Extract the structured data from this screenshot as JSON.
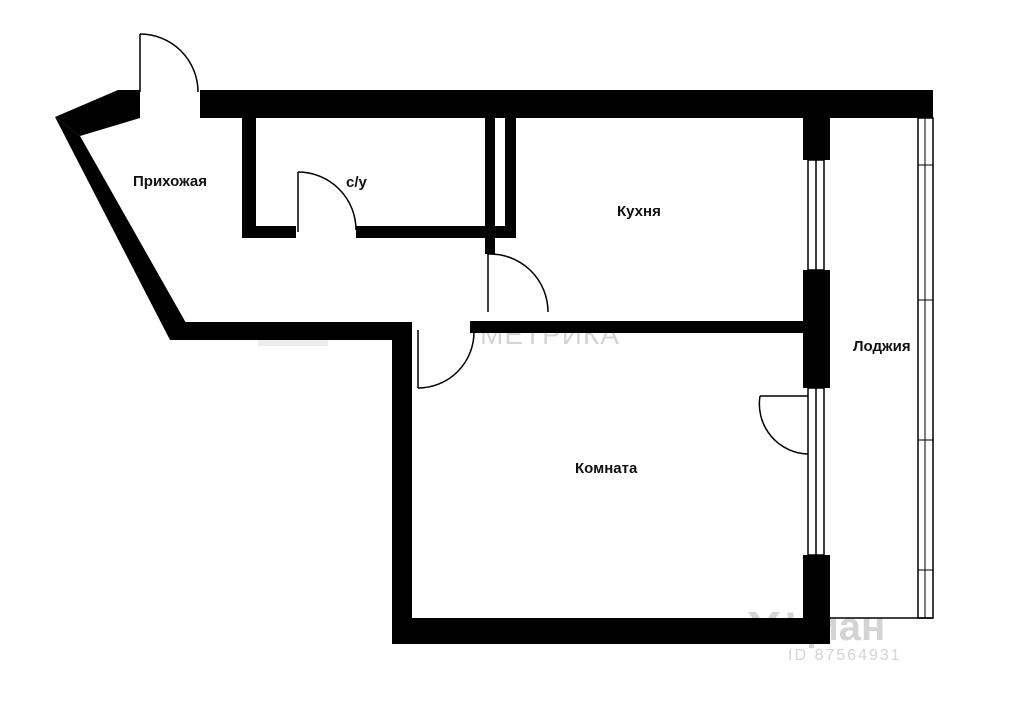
{
  "rooms": {
    "hallway": "Прихожая",
    "bathroom": "с/у",
    "kitchen": "Кухня",
    "room": "Комната",
    "loggia": "Лоджия"
  },
  "watermark": {
    "metrika": "МЕТРИКА",
    "cian": "Циан",
    "listing_id": "ID 87564931"
  },
  "colors": {
    "wall": "#000000",
    "background": "#ffffff",
    "watermark": "#d4d4d4"
  }
}
